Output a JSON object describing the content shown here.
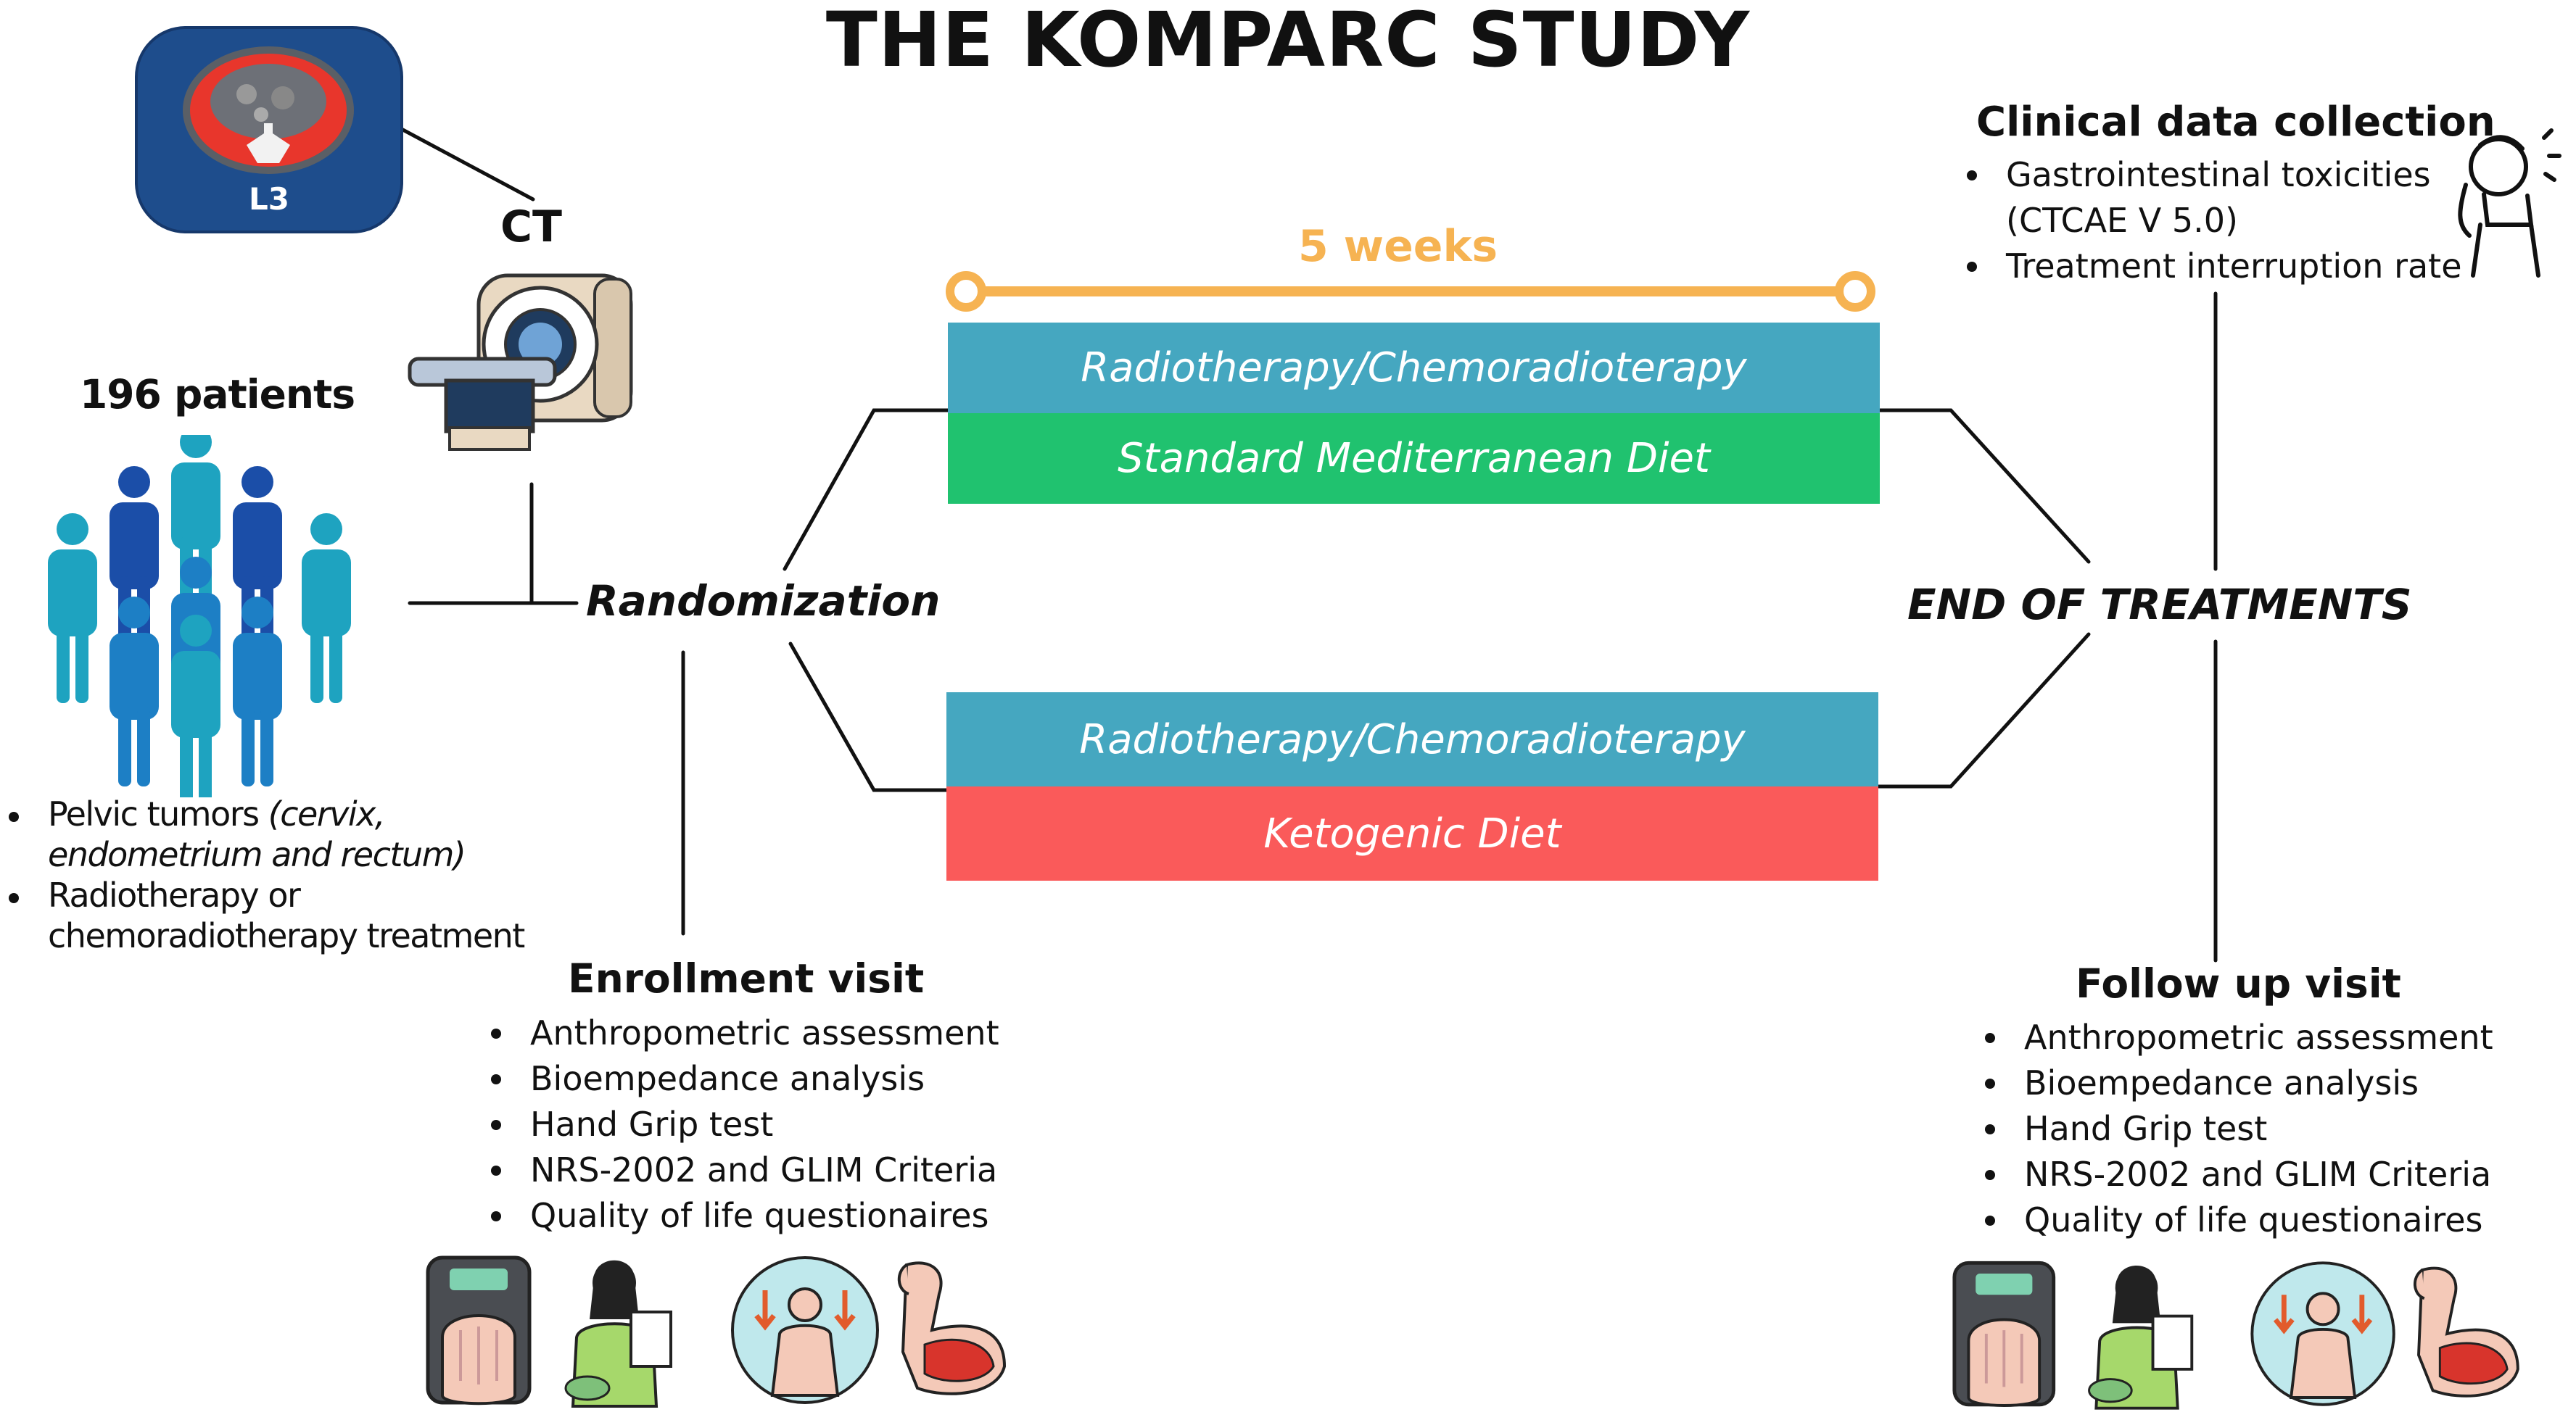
{
  "title": "THE KOMPARC STUDY",
  "ct_scan": {
    "level_label": "L3",
    "caption": "CT"
  },
  "patients": {
    "count_label": "196 patients",
    "criteria": [
      {
        "text": "Pelvic tumors ",
        "italic": "(cervix,",
        "line2": "endometrium and rectum)"
      },
      {
        "text": "Radiotherapy or",
        "line2": "chemoradiotherapy treatment"
      }
    ]
  },
  "randomization_label": "Randomization",
  "duration_label": "5 weeks",
  "arms": [
    {
      "treatment": "Radiotherapy/Chemoradioterapy",
      "diet": "Standard Mediterranean Diet"
    },
    {
      "treatment": "Radiotherapy/Chemoradioterapy",
      "diet": "Ketogenic Diet"
    }
  ],
  "end_label": "END OF TREATMENTS",
  "clinical": {
    "heading": "Clinical data collection",
    "items": [
      "Gastrointestinal toxicities",
      "(CTCAE V 5.0)",
      "Treatment interruption rate"
    ]
  },
  "enrollment": {
    "heading": "Enrollment visit",
    "items": [
      "Anthropometric assessment",
      "Bioempedance analysis",
      "Hand Grip test",
      "NRS-2002 and GLIM Criteria",
      "Quality of life questionaires"
    ]
  },
  "followup": {
    "heading": "Follow up visit",
    "items": [
      "Anthropometric assessment",
      "Bioempedance analysis",
      "Hand Grip test",
      "NRS-2002 and GLIM Criteria",
      "Quality of life questionaires"
    ]
  },
  "colors": {
    "radiotherapy_bar": "#45a7c0",
    "mediterranean_bar": "#20c26f",
    "ketogenic_bar": "#fa5a5a",
    "timeline": "#f6b352",
    "ct_panel": "#1e4d8c",
    "patient_blue": "#1d7fc5",
    "patient_teal": "#1ea3c0"
  },
  "icons": [
    "ct-axial-slice-icon",
    "ct-scanner-icon",
    "patient-crowd-icon",
    "headache-icon",
    "hand-grip-dynamometer-icon",
    "dietitian-icon",
    "weight-loss-body-icon",
    "arm-muscle-icon"
  ]
}
